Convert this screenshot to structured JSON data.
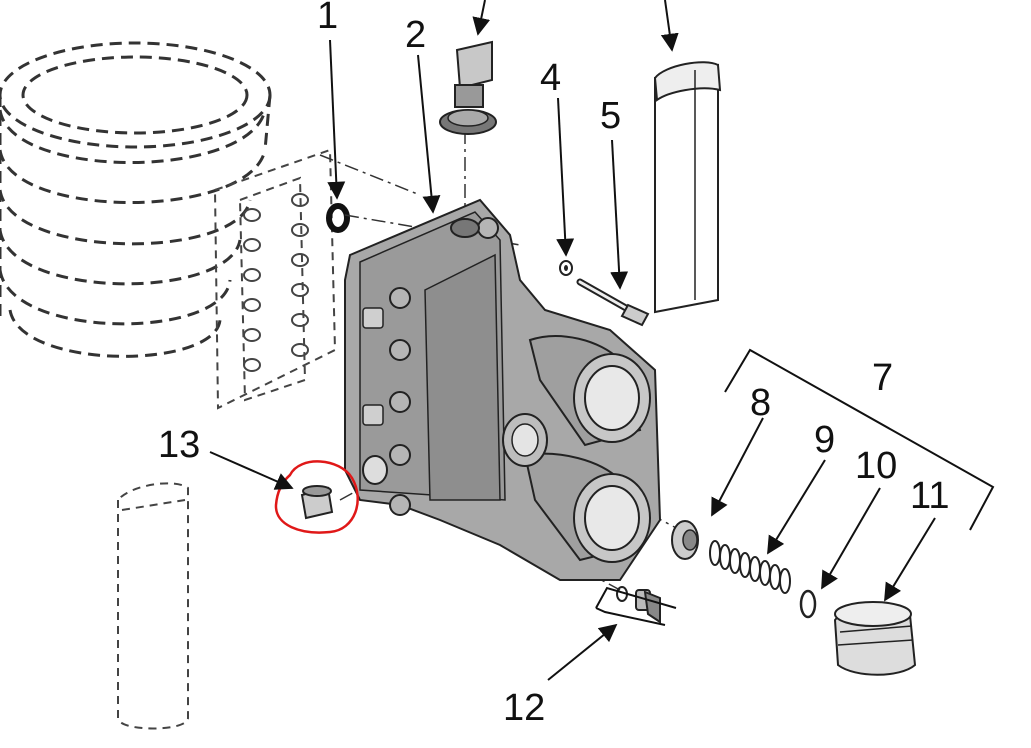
{
  "callouts": {
    "c1": "1",
    "c2": "2",
    "c4": "4",
    "c5": "5",
    "c7": "7",
    "c8": "8",
    "c9": "9",
    "c10": "10",
    "c11": "11",
    "c12": "12",
    "c13": "13"
  },
  "colors": {
    "line": "#111111",
    "body_fill": "#a8a8a8",
    "body_dark": "#8e8e8e",
    "highlight": "#e01818"
  }
}
